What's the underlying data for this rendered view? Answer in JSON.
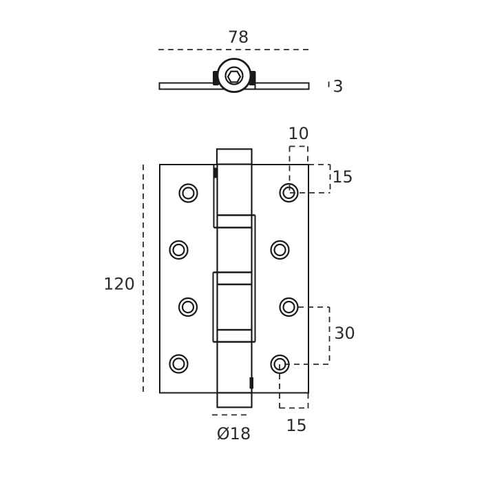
{
  "drawing": {
    "description": "Technical drawing of a ball-bearing door hinge, top view and front view with dimensions",
    "colors": {
      "background": "#ffffff",
      "line": "#1a1a1a",
      "text": "#2b2b2b"
    },
    "top_view": {
      "labels": {
        "open_width": "78",
        "leaf_thickness": "3"
      }
    },
    "front_view": {
      "labels": {
        "plate_height": "120",
        "hole_to_edge_top": "10",
        "hole_top_margin": "15",
        "hole_row_spacing": "30",
        "hole_side_margin": "15",
        "knuckle_diameter": "Ø18"
      }
    }
  }
}
